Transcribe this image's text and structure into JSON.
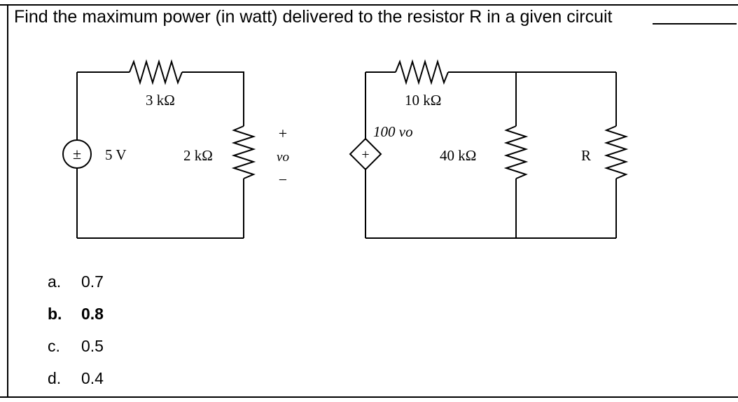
{
  "question": {
    "text": "Find the maximum power (in watt) delivered to the resistor R in a given circuit"
  },
  "circuit": {
    "source_label": "5 V",
    "source_symbol": "±",
    "r_series_label": "3 kΩ",
    "r_shunt_label": "2 kΩ",
    "vo_plus": "+",
    "vo_label": "vo",
    "vo_minus": "−",
    "dep_source_symbol": "+",
    "dep_source_label": "100 vo",
    "r_10k_label": "10 kΩ",
    "r_40k_label": "40 kΩ",
    "r_load_label": "R"
  },
  "options": [
    {
      "letter": "a.",
      "value": "0.7"
    },
    {
      "letter": "b.",
      "value": "0.8",
      "selected": true
    },
    {
      "letter": "c.",
      "value": "0.5"
    },
    {
      "letter": "d.",
      "value": "0.4"
    }
  ]
}
